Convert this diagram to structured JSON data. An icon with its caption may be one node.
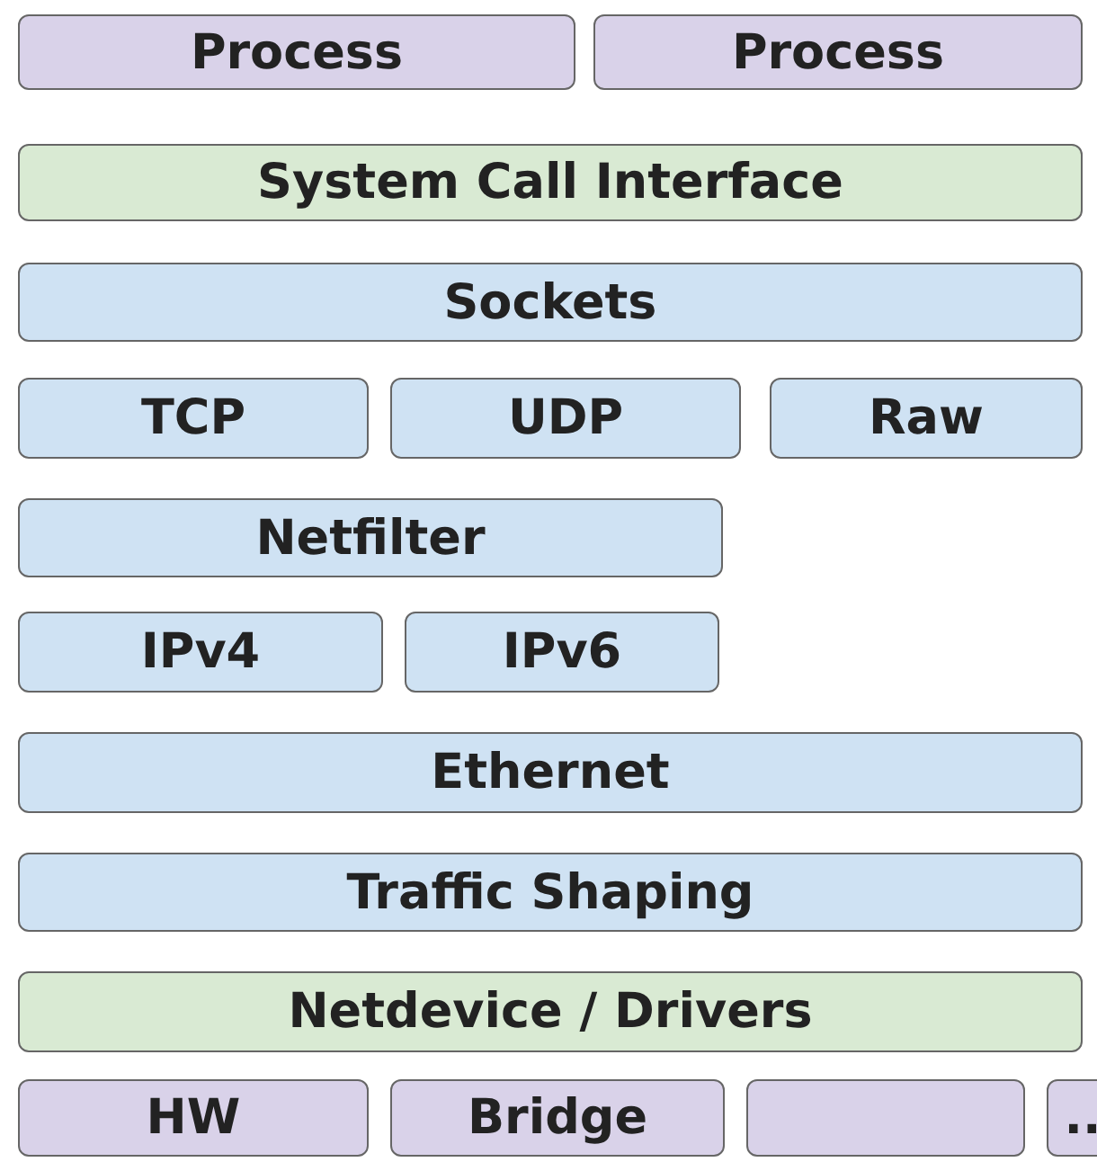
{
  "diagram": {
    "nodes": [
      {
        "text": [
          "Process"
        ]
      },
      {
        "text": [
          "Process"
        ]
      },
      {
        "text": [
          "System Call Interface"
        ]
      },
      {
        "text": [
          "Sockets"
        ]
      },
      {
        "text": [
          "TCP"
        ]
      },
      {
        "text": [
          "UDP"
        ]
      },
      {
        "text": [
          "Raw"
        ]
      },
      {
        "text": [
          "Netfilter"
        ]
      },
      {
        "text": [
          "IPv4"
        ]
      },
      {
        "text": [
          "IPv6"
        ]
      },
      {
        "text": [
          "Ethernet"
        ]
      },
      {
        "text": [
          "Traffic Shaping"
        ]
      },
      {
        "text": [
          "Netdevice / Drivers"
        ]
      },
      {
        "text": [
          "HW"
        ]
      },
      {
        "text": [
          "Bridge"
        ]
      },
      {
        "text": [],
        "shape": "box"
      },
      {
        "text": [
          ".."
        ]
      }
    ]
  }
}
